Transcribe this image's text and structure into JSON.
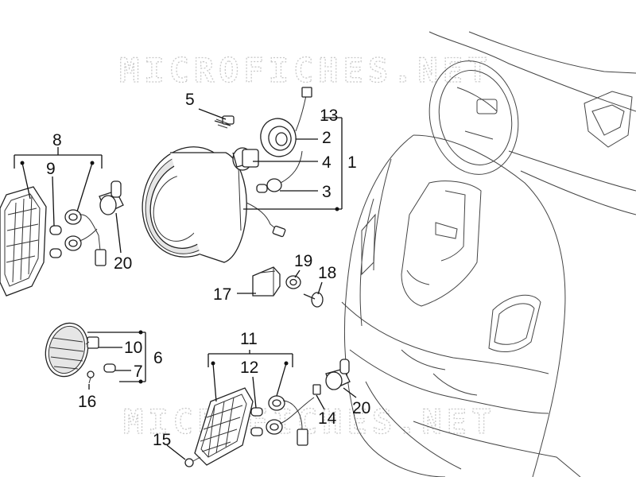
{
  "watermark": {
    "top_text": "MICROFICHES.NET",
    "bottom_text": "MICROFICHES.NET"
  },
  "callouts": {
    "c1": "1",
    "c2": "2",
    "c3": "3",
    "c4": "4",
    "c5": "5",
    "c6": "6",
    "c7": "7",
    "c8": "8",
    "c9": "9",
    "c10": "10",
    "c11": "11",
    "c12": "12",
    "c13": "13",
    "c14": "14",
    "c15": "15",
    "c16": "16",
    "c17": "17",
    "c18": "18",
    "c19": "19",
    "c20a": "20",
    "c20b": "20"
  }
}
